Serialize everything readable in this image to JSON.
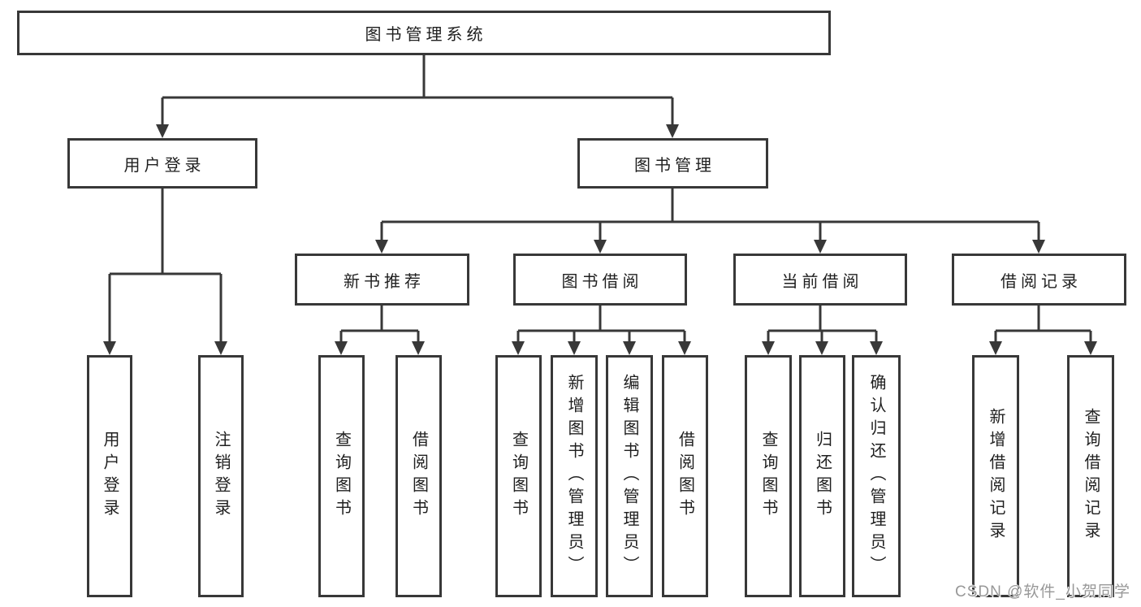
{
  "diagram": {
    "title": "图书管理系统",
    "type": "hierarchy-chart"
  },
  "tree": {
    "root": {
      "label": "图书管理系统"
    },
    "level2": [
      {
        "label": "用户登录",
        "parent": "图书管理系统"
      },
      {
        "label": "图书管理",
        "parent": "图书管理系统"
      }
    ],
    "level3": [
      {
        "label": "新书推荐",
        "parent": "图书管理"
      },
      {
        "label": "图书借阅",
        "parent": "图书管理"
      },
      {
        "label": "当前借阅",
        "parent": "图书管理"
      },
      {
        "label": "借阅记录",
        "parent": "图书管理"
      }
    ],
    "leaves": [
      {
        "label": "用户登录",
        "parent": "用户登录"
      },
      {
        "label": "注销登录",
        "parent": "用户登录"
      },
      {
        "label": "查询图书",
        "parent": "新书推荐"
      },
      {
        "label": "借阅图书",
        "parent": "新书推荐"
      },
      {
        "label": "查询图书",
        "parent": "图书借阅"
      },
      {
        "label": "新增图书（管理员）",
        "parent": "图书借阅"
      },
      {
        "label": "编辑图书（管理员）",
        "parent": "图书借阅"
      },
      {
        "label": "借阅图书",
        "parent": "图书借阅"
      },
      {
        "label": "查询图书",
        "parent": "当前借阅"
      },
      {
        "label": "归还图书",
        "parent": "当前借阅"
      },
      {
        "label": "确认归还（管理员）",
        "parent": "当前借阅"
      },
      {
        "label": "新增借阅记录",
        "parent": "借阅记录"
      },
      {
        "label": "查询借阅记录",
        "parent": "借阅记录"
      }
    ]
  },
  "watermark": {
    "text": "CSDN @软件_小贺同学"
  },
  "colors": {
    "line": "#383838",
    "box_border": "#383838",
    "text": "#1f1f1f",
    "watermark": "#989898",
    "background": "#ffffff"
  }
}
